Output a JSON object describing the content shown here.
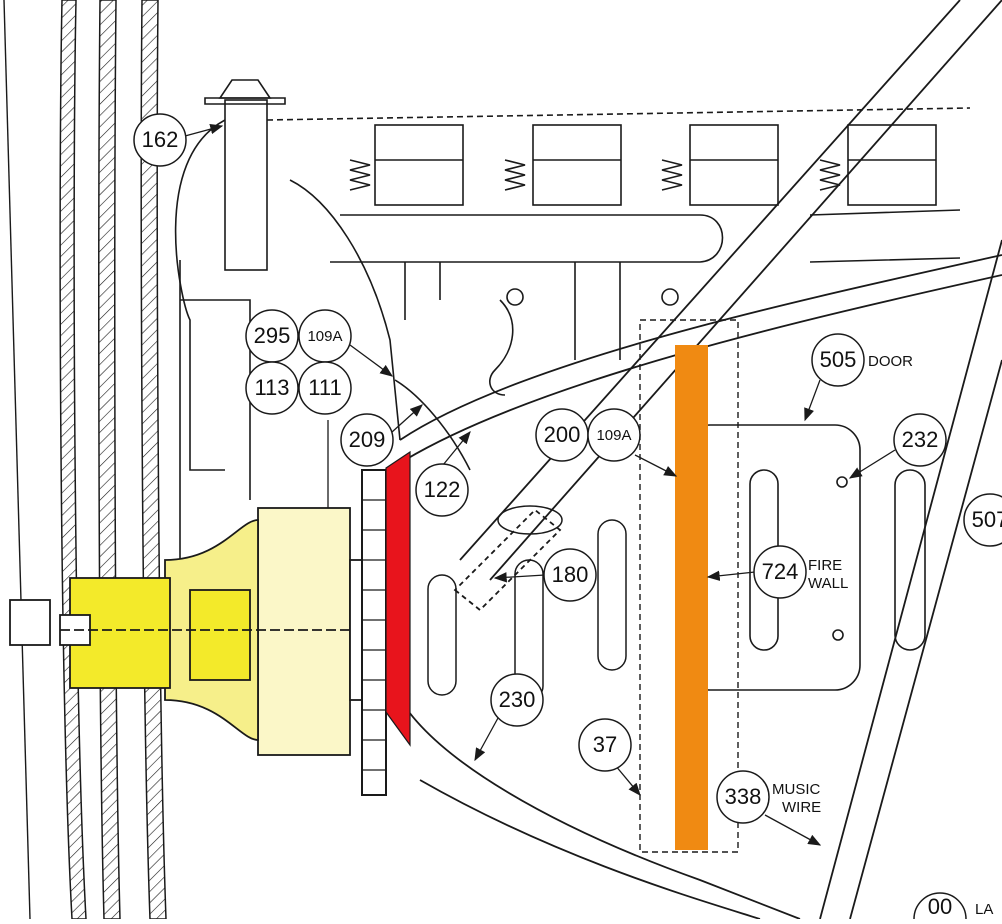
{
  "colors": {
    "line": "#1a1a1a",
    "red_part": "#e8141c",
    "orange_part": "#f08a12",
    "yellow_part": "#f3ea2a",
    "background": "#ffffff"
  },
  "callouts": {
    "c162": "162",
    "c295": "295",
    "c109a_top": "109A",
    "c113": "113",
    "c111": "111",
    "c209": "209",
    "c122": "122",
    "c200": "200",
    "c109a_mid": "109A",
    "c505": "505",
    "c232": "232",
    "c180": "180",
    "c724": "724",
    "c230": "230",
    "c37": "37",
    "c338": "338",
    "c507": "507",
    "c00": "00"
  },
  "notes": {
    "door": "DOOR",
    "fire": "FIRE",
    "wall": "WALL",
    "music": "MUSIC",
    "wire": "WIRE",
    "la": "LA"
  }
}
